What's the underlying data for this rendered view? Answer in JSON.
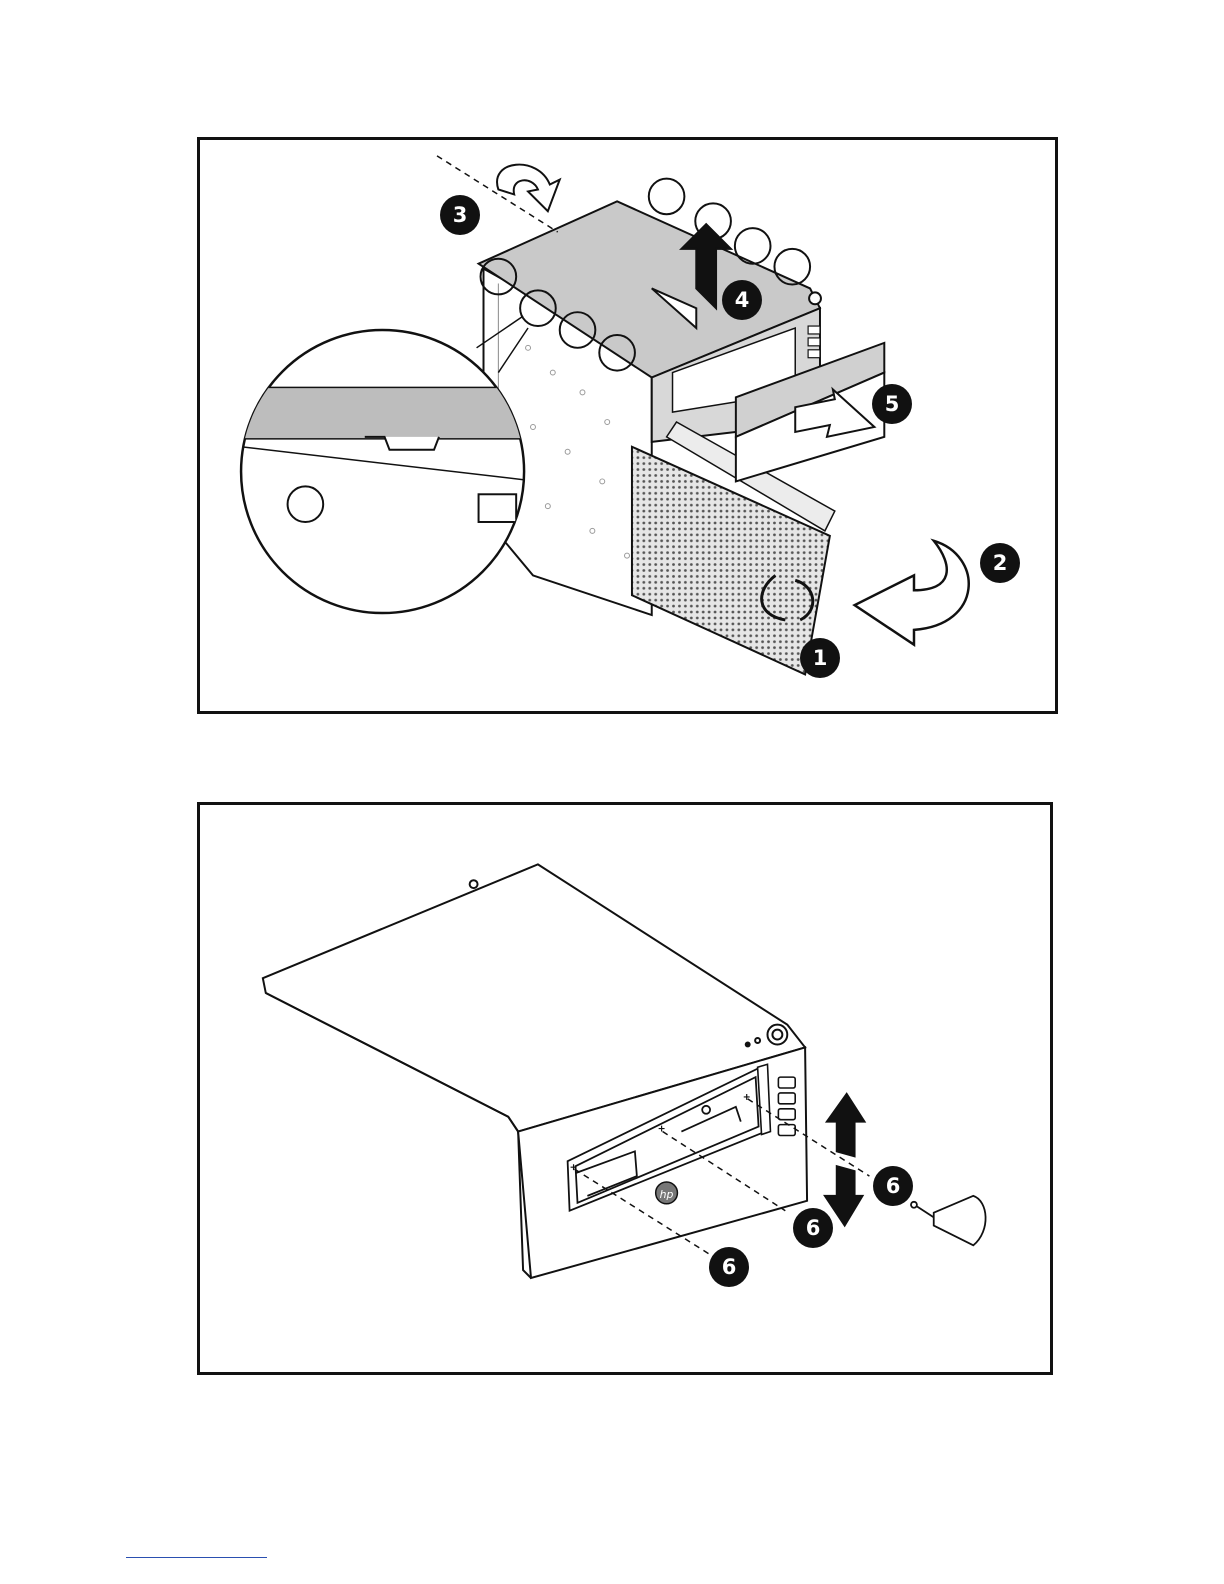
{
  "figure1": {
    "callouts": [
      "1",
      "2",
      "3",
      "4",
      "5"
    ],
    "icons": [
      "rotate-arrow-icon",
      "curved-arrow-icon",
      "up-arrow-icon",
      "right-arrow-icon",
      "detail-magnifier-icon"
    ]
  },
  "figure2": {
    "callouts": [
      "6",
      "6",
      "6"
    ],
    "icons": [
      "up-arrow-icon",
      "down-arrow-icon",
      "screwdriver-icon",
      "hp-logo-icon"
    ]
  },
  "colors": {
    "line": "#111111",
    "panel_gray": "#c9c9c9",
    "mesh_gray": "#8a8a8a",
    "footer_link": "#2a4fb0"
  }
}
